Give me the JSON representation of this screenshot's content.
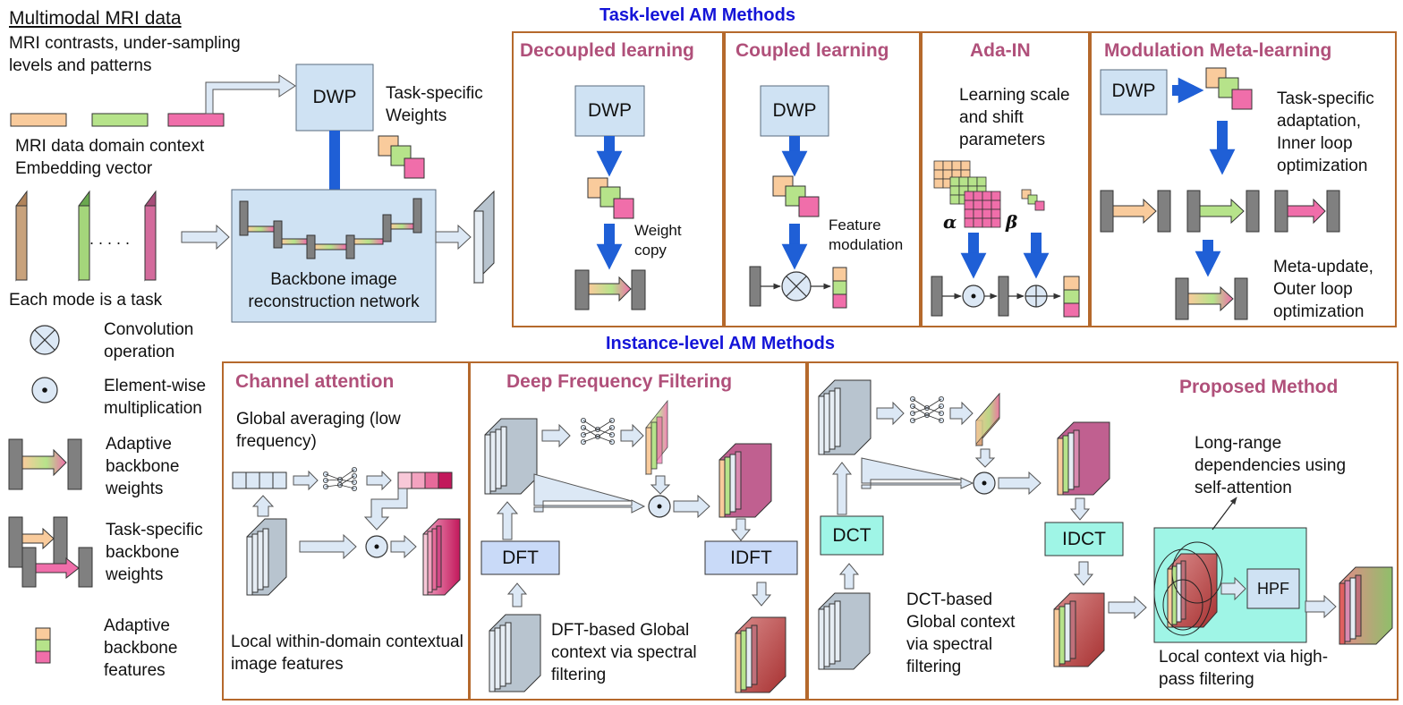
{
  "header": {
    "multimodal_title": "Multimodal MRI data",
    "multimodal_desc": "MRI contrasts, under-sampling levels and patterns",
    "task_level_title": "Task-level AM Methods",
    "instance_level_title": "Instance-level AM Methods"
  },
  "left": {
    "dwp_label": "DWP",
    "task_specific_weights": "Task-specific Weights",
    "domain_context": "MRI data domain context Embedding vector",
    "dots": ". . . . .",
    "each_mode": "Each mode is a task",
    "backbone": "Backbone image reconstruction network"
  },
  "legend": {
    "convolution": "Convolution operation",
    "elementwise": "Element-wise multiplication",
    "adaptive_weights": "Adaptive backbone weights",
    "task_weights": "Task-specific backbone weights",
    "adaptive_features": "Adaptive backbone features"
  },
  "task_panels": {
    "decoupled": {
      "title": "Decoupled learning",
      "dwp": "DWP",
      "note": "Weight copy"
    },
    "coupled": {
      "title": "Coupled learning",
      "dwp": "DWP",
      "note": "Feature modulation"
    },
    "adain": {
      "title": "Ada-IN",
      "desc": "Learning scale and shift parameters",
      "alpha": "α",
      "beta": "β"
    },
    "meta": {
      "title": "Modulation Meta-learning",
      "dwp": "DWP",
      "inner": "Task-specific adaptation, Inner loop optimization",
      "outer": "Meta-update, Outer loop optimization"
    }
  },
  "instance_panels": {
    "channel": {
      "title": "Channel attention",
      "global": "Global averaging (low frequency)",
      "local": "Local within-domain contextual image features"
    },
    "dff": {
      "title": "Deep Frequency Filtering",
      "dft": "DFT",
      "idft": "IDFT",
      "desc": "DFT-based Global context via spectral filtering"
    },
    "proposed": {
      "title": "Proposed Method",
      "dct": "DCT",
      "idct": "IDCT",
      "desc": "DCT-based Global context via spectral filtering",
      "longrange": "Long-range dependencies using self-attention",
      "hpf": "HPF",
      "local": "Local context via high-pass filtering"
    }
  },
  "colors": {
    "heading_blue": "#1414d8",
    "title_magenta": "#b0507a",
    "panel_border": "#b5692c",
    "dwp_fill": "#cfe2f3",
    "arrow_blue": "#1f5fd6",
    "orange": "#f9cb9c",
    "green": "#b6e38a",
    "pink": "#f06eaa",
    "teal": "#9ff5e6",
    "gray": "#808080"
  }
}
